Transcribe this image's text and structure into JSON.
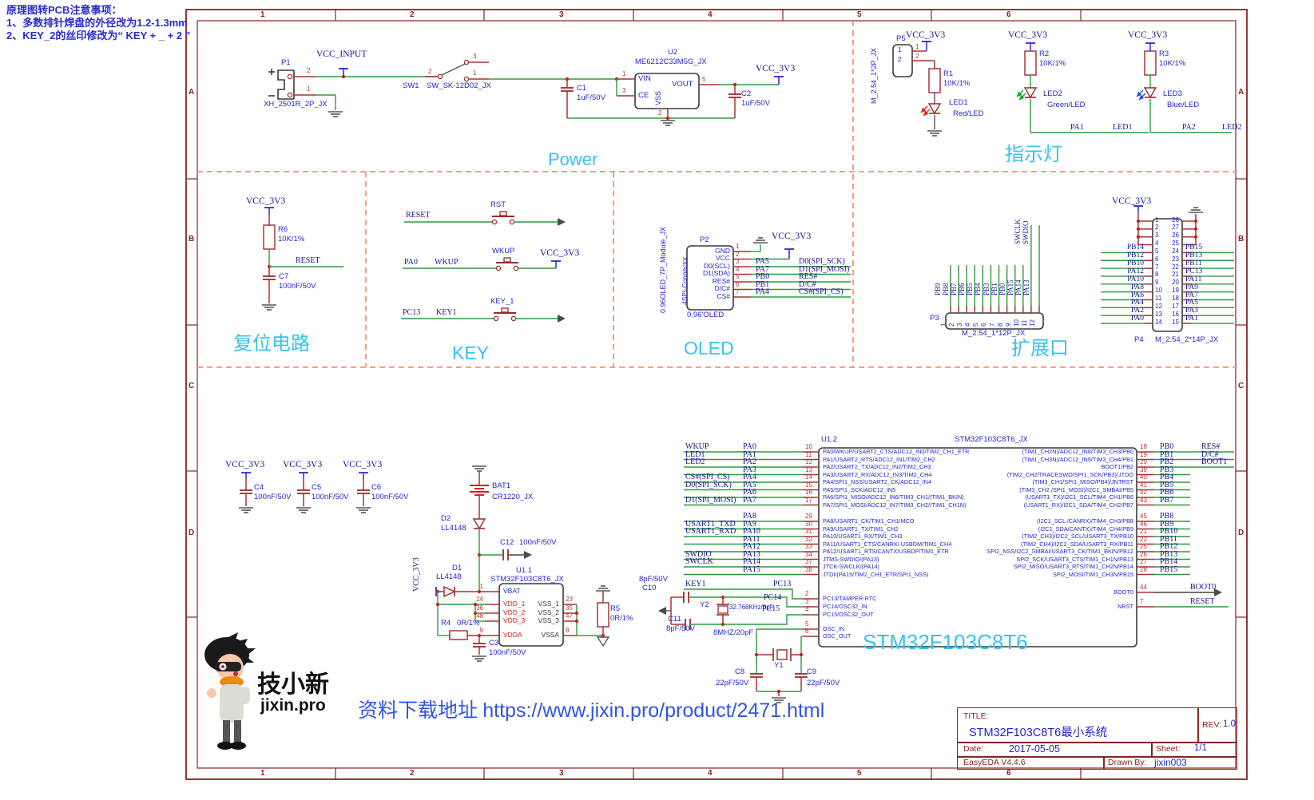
{
  "notes": {
    "title": "原理图转PCB注意事项：",
    "l1": "1、多数排针焊盘的外径改为1.2-1.3mm",
    "l2": "2、KEY_2的丝印修改为“ KEY + _ + 2 ”"
  },
  "frame": {
    "cols": [
      "1",
      "2",
      "3",
      "4",
      "5",
      "6"
    ],
    "rows": [
      "A",
      "B",
      "C",
      "D"
    ]
  },
  "section_labels": {
    "power": "Power",
    "led": "指示灯",
    "reset": "复位电路",
    "key": "KEY",
    "oled": "OLED",
    "exp": "扩展口",
    "mcu": "STM32F103C8T6"
  },
  "nets": {
    "vcc_input": "VCC_INPUT",
    "vcc": "VCC_3V3",
    "reset": "RESET"
  },
  "power": {
    "p1": {
      "ref": "P1",
      "fp": "XH_2501R_2P_JX",
      "pin1": "1",
      "pin2": "2"
    },
    "sw1": {
      "ref": "SW1",
      "part": "SW_SK-12D02_JX",
      "p1": "1",
      "p2": "2",
      "p3": "3"
    },
    "c1": {
      "ref": "C1",
      "val": "1uF/50V"
    },
    "u2": {
      "ref": "U2",
      "part": "ME6212C33M5G_JX",
      "vin": "VIN",
      "ce": "CE",
      "vss": "VSS",
      "vout": "VOUT",
      "n1": "1",
      "n2": "2",
      "n3": "3",
      "n5": "5"
    },
    "c2": {
      "ref": "C2",
      "val": "1uF/50V"
    }
  },
  "led": {
    "p5": {
      "ref": "P5",
      "fp": "M_2.54_1*2P_JX",
      "n1": "1",
      "n2": "2"
    },
    "r1": {
      "ref": "R1",
      "val": "10K/1%"
    },
    "r2": {
      "ref": "R2",
      "val": "10K/1%"
    },
    "r3": {
      "ref": "R3",
      "val": "10K/1%"
    },
    "led1": {
      "ref": "LED1",
      "val": "Red/LED"
    },
    "led2": {
      "ref": "LED2",
      "val": "Green/LED"
    },
    "led3": {
      "ref": "LED3",
      "val": "Blue/LED"
    },
    "net2": {
      "a": "PA1",
      "b": "LED1"
    },
    "net3": {
      "a": "PA2",
      "b": "LED2"
    }
  },
  "reset": {
    "r6": {
      "ref": "R6",
      "val": "10K/1%"
    },
    "c7": {
      "ref": "C7",
      "val": "100nF/50V"
    }
  },
  "key": {
    "rst": {
      "btn": "RST"
    },
    "wkup": {
      "btn": "WKUP",
      "a": "PA0",
      "b": "WKUP"
    },
    "key1": {
      "btn": "KEY_1",
      "a": "PC13",
      "b": "KEY1"
    }
  },
  "oled": {
    "ref": "P2",
    "fp": "0.96OLED_7P_Module_JX",
    "inner": "4SPI-Connector",
    "sub": "0.96'OLED",
    "pins": [
      {
        "n": "1",
        "name": "GND"
      },
      {
        "n": "2",
        "name": "VCC"
      },
      {
        "n": "3",
        "name": "D0(SCL)"
      },
      {
        "n": "4",
        "name": "D1(SDA)"
      },
      {
        "n": "5",
        "name": "RES#"
      },
      {
        "n": "6",
        "name": "D/C#"
      },
      {
        "n": "7",
        "name": "CS#"
      }
    ],
    "rows": [
      {
        "a": "PA5",
        "b": "D0(SPI_SCK)"
      },
      {
        "a": "PA7",
        "b": "D1(SPI_MOSI)"
      },
      {
        "a": "PB0",
        "b": "RES#"
      },
      {
        "a": "PB1",
        "b": "D/C#"
      },
      {
        "a": "PA4",
        "b": "CS#(SPI_CS)"
      }
    ]
  },
  "exp": {
    "p3": {
      "ref": "P3",
      "fp": "M_2.54_1*12P_JX",
      "nums": [
        "1",
        "2",
        "3",
        "4",
        "5",
        "6",
        "7",
        "8",
        "9",
        "10",
        "11",
        "12"
      ],
      "labels": [
        "PB9",
        "PB8",
        "PB7",
        "PB6",
        "PB5",
        "PB4",
        "PB3",
        "PB1",
        "PB0",
        "PA15",
        "PA14",
        "PA13"
      ],
      "top_labels": [
        "SWCLK",
        "SWDIO"
      ]
    },
    "p4": {
      "ref": "P4",
      "fp": "M_2.54_2*14P_JX",
      "left_nums": [
        "1",
        "2",
        "3",
        "4",
        "5",
        "6",
        "7",
        "8",
        "9",
        "10",
        "11",
        "12",
        "13",
        "14"
      ],
      "right_nums": [
        "28",
        "27",
        "26",
        "25",
        "24",
        "23",
        "22",
        "21",
        "20",
        "19",
        "18",
        "17",
        "16",
        "15"
      ],
      "left_labels": [
        "PB14",
        "PB12",
        "PB10",
        "PA12",
        "PA10",
        "PA8",
        "PA6",
        "PA4",
        "PA2",
        "PA0"
      ],
      "right_labels": [
        "PB15",
        "PB13",
        "PB11",
        "PC13",
        "PA11",
        "PA9",
        "PA7",
        "PA5",
        "PA3",
        "PA1"
      ]
    }
  },
  "decaps": {
    "c4": {
      "ref": "C4",
      "val": "100nF/50V"
    },
    "c5": {
      "ref": "C5",
      "val": "100nF/50V"
    },
    "c6": {
      "ref": "C6",
      "val": "100nF/50V"
    }
  },
  "bat": {
    "bat1": {
      "ref": "BAT1",
      "val": "CR1220_JX"
    },
    "d2": {
      "ref": "D2",
      "val": "LL4148"
    },
    "d1": {
      "ref": "D1",
      "val": "LL4148"
    },
    "c12": {
      "ref": "C12",
      "val": "100nF/50V"
    },
    "r4": {
      "ref": "R4",
      "val": "0R/1%"
    },
    "r5": {
      "ref": "R5",
      "val": "0R/1%"
    },
    "c3": {
      "ref": "C3",
      "val": "100nF/50V"
    }
  },
  "u11": {
    "ref": "U1.1",
    "part": "STM32F103C8T6_JX",
    "left": [
      {
        "n": "1",
        "name": "VBAT",
        "red": false
      },
      {
        "n": "24",
        "name": "VDD_1",
        "red": true
      },
      {
        "n": "36",
        "name": "VDD_2",
        "red": true
      },
      {
        "n": "48",
        "name": "VDD_3",
        "red": true
      },
      {
        "n": "9",
        "name": "VDDA",
        "red": true
      }
    ],
    "right": [
      {
        "n": "23",
        "name": "VSS_1"
      },
      {
        "n": "35",
        "name": "VSS_2"
      },
      {
        "n": "47",
        "name": "VSS_3"
      },
      {
        "n": "8",
        "name": "VSSA"
      }
    ]
  },
  "u12": {
    "ref": "U1.2",
    "part": "STM32F103C8T6_JX",
    "left_groups": [
      [
        [
          "WKUP",
          "PA0",
          "10",
          "PA0/WKUP/USART2_CTS/ADC12_IN0/TIM2_CH1_ETR"
        ],
        [
          "LED1",
          "PA1",
          "11",
          "PA1/USART2_RTS/ADC12_IN1/TIM2_CH2"
        ],
        [
          "LED2",
          "PA2",
          "12",
          "PA2/USART2_TX/ADC12_IN2/TIM2_CH3"
        ],
        [
          "",
          "PA3",
          "13",
          "PA3/USART2_RX/ADC12_IN3/TIM2_CH4"
        ],
        [
          "CS#(SPI_CS)",
          "PA4",
          "14",
          "PA4/SPI1_NSS/USART2_CK/ADC12_IN4"
        ],
        [
          "D0(SPI_SCK)",
          "PA5",
          "15",
          "PA5/SPI1_SCK/ADC12_IN5"
        ],
        [
          "",
          "PA6",
          "16",
          "PA6/SPI1_MISO/ADC12_IN6/TIM3_CH1/(TIM1_BKIN)"
        ],
        [
          "D1(SPI_MOSI)",
          "PA7",
          "17",
          "PA7/SPI1_MOSI/ADC12_IN7/TIM3_CH2/(TIM1_CH1N)"
        ]
      ],
      [
        [
          "",
          "PA8",
          "29",
          "PA8/USART1_CK/TIM1_CH1/MCO"
        ],
        [
          "USART1_TXD",
          "PA9",
          "30",
          "PA9/USART1_TX/TIM1_CH2"
        ],
        [
          "USART1_RXD",
          "PA10",
          "31",
          "PA10/USART1_RX/TIM1_CH3"
        ],
        [
          "",
          "PA11",
          "32",
          "PA11/USART1_CTS/CANRX/ USBDM/TIM1_CH4"
        ],
        [
          "",
          "PA12",
          "33",
          "PA12/USART1_RTS/CANTX/USBDP/TIM1_ETR"
        ],
        [
          "SWDIO",
          "PA13",
          "34",
          "JTMS-SWDIO/(PA13)"
        ],
        [
          "SWCLK",
          "PA14",
          "37",
          "JTCK-SWCLK/(PA14)"
        ],
        [
          "",
          "PA15",
          "38",
          "JTDI/(PA15/TIM2_CH1_ETR/SPI1_NSS)"
        ]
      ],
      [
        [
          "KEY1",
          "PC13",
          "2",
          "PC13/TAMPER-RTC"
        ],
        [
          "",
          "",
          "3",
          "PC14/OSC32_IN"
        ],
        [
          "",
          "",
          "4",
          "PC15/OSC32_OUT"
        ]
      ],
      [
        [
          "",
          "",
          "5",
          "OSC_IN"
        ],
        [
          "",
          "",
          "6",
          "OSC_OUT"
        ]
      ]
    ],
    "right_groups": [
      [
        [
          "(TIM1_CH2N)/ADC12_IN8/TIM3_CH3/PB0",
          "18",
          "PB0",
          "RES#"
        ],
        [
          "(TIM1_CH3N)/ADC12_IN9/TIM3_CH4/PB1",
          "19",
          "PB1",
          "D/C#"
        ],
        [
          "BOOT1\\PB2",
          "20",
          "PB2",
          "BOOT1"
        ],
        [
          "(TIM2_CH2/TRACESWO/SPI1_SCK/PB3)/JTDO",
          "39",
          "PB3",
          ""
        ],
        [
          "(TIM3_CH1/SPI1_MISO/PB4)/JNTRST",
          "40",
          "PB4",
          ""
        ],
        [
          "(TIM3_CH2 /SPI1_MOSI)/I2C1_SMBAI/PB5",
          "41",
          "PB5",
          ""
        ],
        [
          "(USART1_TX)/I2C1_SCL/TIM4_CH1/PB6",
          "42",
          "PB6",
          ""
        ],
        [
          "(USART1_RX)/I2C1_SDA/TIM4_CH2/PB7",
          "43",
          "PB7",
          ""
        ]
      ],
      [
        [
          "(I2C1_SCL /CANRX)/TIM4_CH3/PB8",
          "45",
          "PB8",
          ""
        ],
        [
          "(I2C1_SDA/CANTX)/TIM4_CH4/PB9",
          "46",
          "PB9",
          ""
        ],
        [
          "(TIM2_CH3)/I2C2_SCL/USART3_TX/PB10",
          "21",
          "PB10",
          ""
        ],
        [
          "(TIM2_CH4)/I2C2_SDA/USART3_RX/PB11",
          "22",
          "PB11",
          ""
        ],
        [
          "SPI2_NSS/I2C2_SMBAI/USART3_CK/TIM1_BKIN/PB12",
          "25",
          "PB12",
          ""
        ],
        [
          "SPI2_SCK/USART3_CTS/TIM1_CH1N/PB13",
          "26",
          "PB13",
          ""
        ],
        [
          "SPI2_MISO/USART3_RTS/TIM1_CH2N/PB14",
          "27",
          "PB14",
          ""
        ],
        [
          "SPI2_MOSI/TIM1_CH3N/PB15",
          "28",
          "PB15",
          ""
        ]
      ],
      [
        [
          "BOOT0",
          "44",
          "",
          "BOOT0"
        ]
      ],
      [
        [
          "NRST",
          "7",
          "",
          "RESET"
        ]
      ]
    ]
  },
  "osc": {
    "c10": {
      "ref": "C10",
      "val": "8pF/50V"
    },
    "c11": {
      "ref": "C11",
      "val": "8pF/50V"
    },
    "y2": {
      "ref": "Y2",
      "val": "32.768KHz/6pF"
    },
    "y1": {
      "ref": "Y1",
      "val": "8MHZ/20pF"
    },
    "c8": {
      "ref": "C8",
      "val": "22pF/50V"
    },
    "c9": {
      "ref": "C9",
      "val": "22pF/50V"
    },
    "pc14": "PC14",
    "pc15": "PC15"
  },
  "logo": {
    "name": "技小新",
    "site": "jixin.pro"
  },
  "download": {
    "label": "资料下载地址 ",
    "url": "https://www.jixin.pro/product/2471.html"
  },
  "titleblock": {
    "title_label": "TITLE:",
    "title": "STM32F103C8T6最小系统",
    "rev_label": "REV:",
    "rev": "1.0",
    "date_label": "Date:",
    "date": "2017-05-05",
    "sheet_label": "Sheet:",
    "sheet": "1/1",
    "tool": "EasyEDA V4.4.6",
    "drawn_label": "Drawn By:",
    "drawn": "jixin003"
  }
}
